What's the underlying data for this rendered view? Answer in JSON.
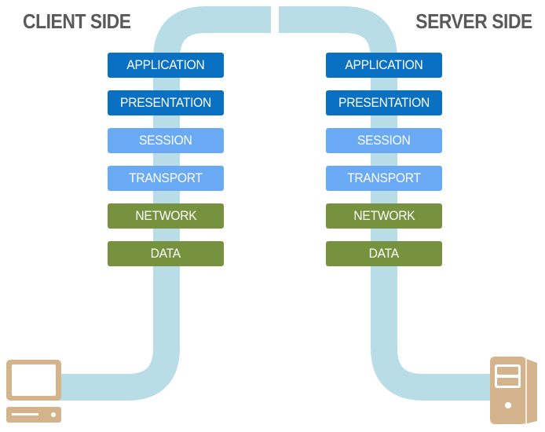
{
  "diagram": {
    "client": {
      "title": "CLIENT SIDE",
      "icon": "desktop-computer-icon",
      "layers": [
        {
          "label": "APPLICATION",
          "group": "upper"
        },
        {
          "label": "PRESENTATION",
          "group": "upper"
        },
        {
          "label": "SESSION",
          "group": "middle"
        },
        {
          "label": "TRANSPORT",
          "group": "middle"
        },
        {
          "label": "NETWORK",
          "group": "lower"
        },
        {
          "label": "DATA",
          "group": "lower"
        }
      ]
    },
    "server": {
      "title": "SERVER SIDE",
      "icon": "server-tower-icon",
      "layers": [
        {
          "label": "APPLICATION",
          "group": "upper"
        },
        {
          "label": "PRESENTATION",
          "group": "upper"
        },
        {
          "label": "SESSION",
          "group": "middle"
        },
        {
          "label": "TRANSPORT",
          "group": "middle"
        },
        {
          "label": "NETWORK",
          "group": "lower"
        },
        {
          "label": "DATA",
          "group": "lower"
        }
      ]
    },
    "colors": {
      "upper": "#0a70c2",
      "middle": "#6aaaf5",
      "lower": "#77923f",
      "pipe": "#b8dde6",
      "device": "#d4b48c",
      "title": "#595959"
    }
  }
}
